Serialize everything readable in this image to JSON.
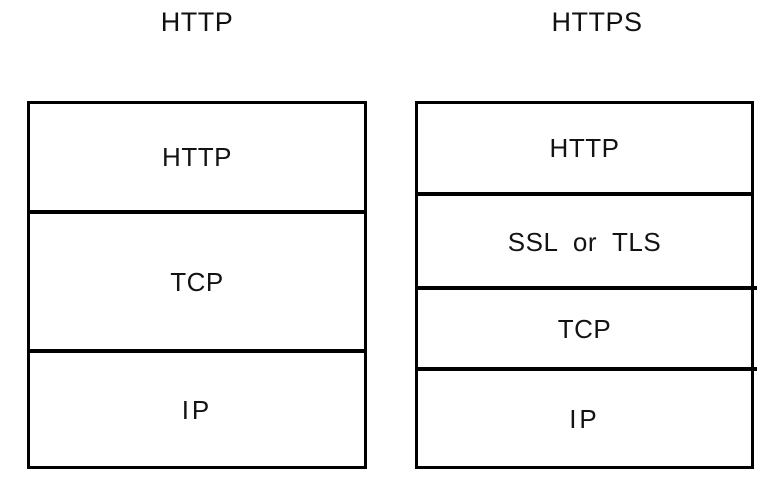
{
  "diagram": {
    "background_color": "#ffffff",
    "line_color": "#000000",
    "text_color": "#131313",
    "columns": [
      {
        "id": "http",
        "title": "HTTP",
        "layers": [
          {
            "label": "HTTP",
            "order": 1
          },
          {
            "label": "TCP",
            "order": 2
          },
          {
            "label": "IP",
            "order": 3
          }
        ]
      },
      {
        "id": "https",
        "title": "HTTPS",
        "layers": [
          {
            "label": "HTTP",
            "order": 1
          },
          {
            "label": "SSL  or  TLS",
            "order": 2
          },
          {
            "label": "TCP",
            "order": 3
          },
          {
            "label": "IP",
            "order": 4
          }
        ]
      }
    ]
  }
}
